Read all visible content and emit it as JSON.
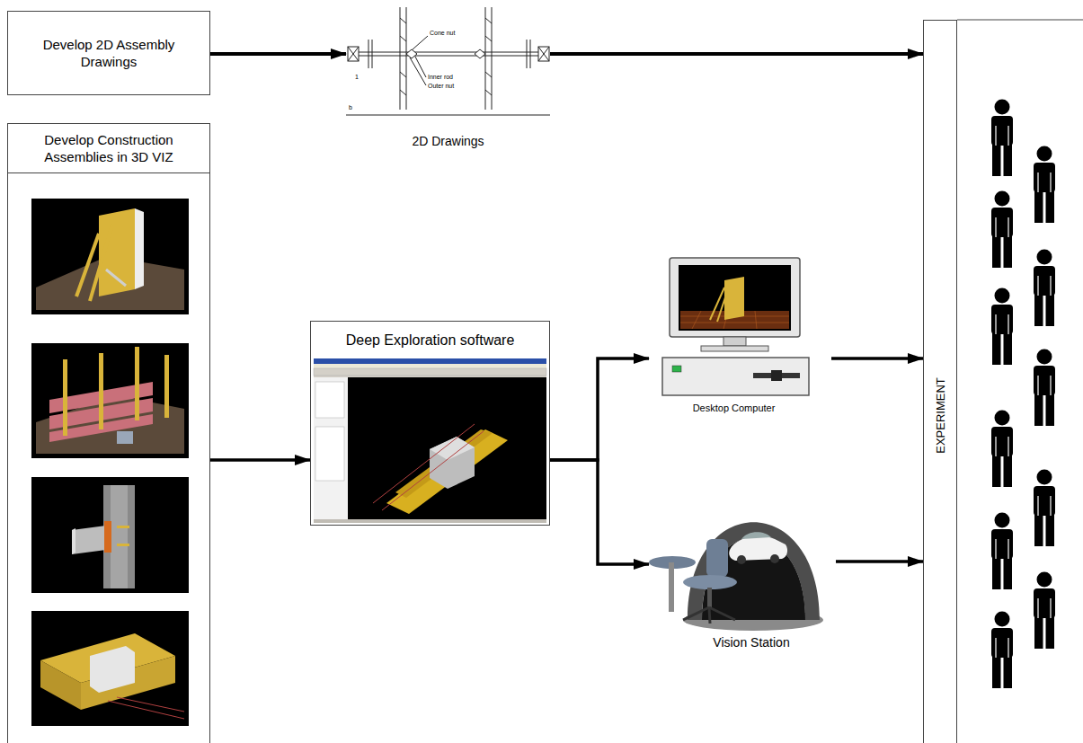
{
  "diagram": {
    "nodes": [
      {
        "text": [
          "Develop 2D Assembly Drawings"
        ]
      },
      {
        "text": [
          "2D Drawings"
        ]
      },
      {
        "text": [
          "Develop Construction Assemblies in 3D VIZ"
        ]
      },
      {
        "text": [
          "Deep Exploration software"
        ]
      },
      {
        "text": [
          "Desktop Computer"
        ]
      },
      {
        "text": [
          "Vision Station"
        ]
      },
      {
        "text": [
          "EXPERIMENT"
        ]
      }
    ],
    "edges": [
      {
        "from": 0,
        "to": 1,
        "arrow": "to"
      },
      {
        "from": 1,
        "to": 6,
        "arrow": "to"
      },
      {
        "from": 2,
        "to": 3,
        "arrow": "to"
      },
      {
        "from": 3,
        "to": 4,
        "arrow": "to"
      },
      {
        "from": 3,
        "to": 5,
        "arrow": "to"
      },
      {
        "from": 4,
        "to": 6,
        "arrow": "to"
      },
      {
        "from": 5,
        "to": 6,
        "arrow": "to"
      }
    ],
    "labels": [
      "Cone nut",
      "Inner rod",
      "Outer nut",
      "1",
      "b"
    ]
  }
}
